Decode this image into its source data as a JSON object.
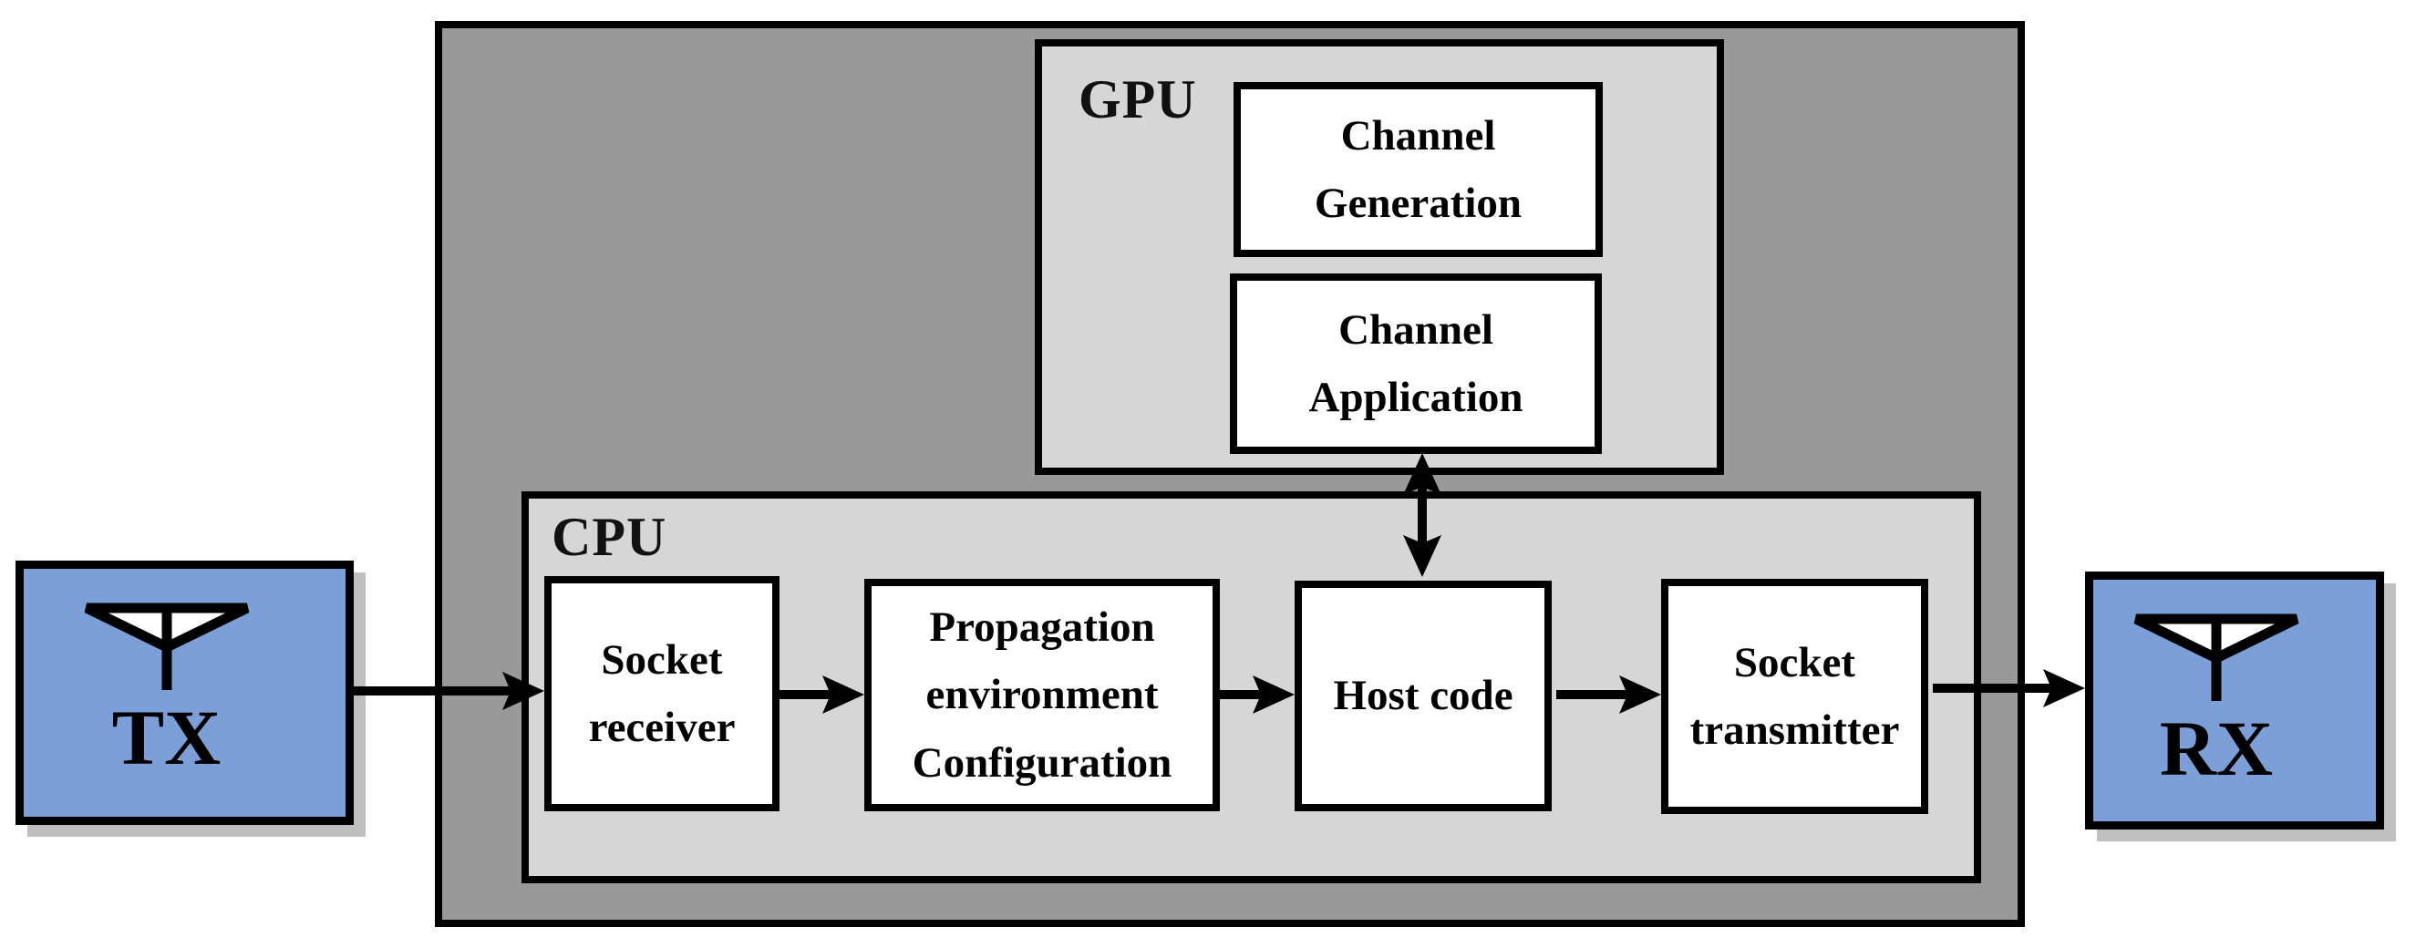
{
  "diagram": {
    "title_hint": "GPU-accelerated channel emulator architecture block diagram",
    "endpoints": {
      "tx": {
        "label": "TX"
      },
      "rx": {
        "label": "RX"
      }
    },
    "gpu": {
      "label": "GPU",
      "boxes": {
        "channel_generation": "Channel\nGeneration",
        "channel_application": "Channel\nApplication"
      }
    },
    "cpu": {
      "label": "CPU",
      "boxes": {
        "socket_receiver": "Socket\nreceiver",
        "propagation": "Propagation\nenvironment\nConfiguration",
        "host_code": "Host code",
        "socket_transmitter": "Socket\ntransmitter"
      }
    },
    "edges": [
      {
        "from": "TX",
        "to": "Socket receiver",
        "type": "arrow"
      },
      {
        "from": "Socket receiver",
        "to": "Propagation environment Configuration",
        "type": "arrow"
      },
      {
        "from": "Propagation environment Configuration",
        "to": "Host code",
        "type": "arrow"
      },
      {
        "from": "Host code",
        "to": "Socket transmitter",
        "type": "arrow"
      },
      {
        "from": "Socket transmitter",
        "to": "RX",
        "type": "arrow"
      },
      {
        "from": "Host code",
        "to": "Channel Application",
        "type": "bidirectional-arrow"
      }
    ],
    "colors": {
      "node_blue": "#7D9FD8",
      "outer_gray": "#999999",
      "panel_gray": "#D6D6D6",
      "shadow_gray": "#BFBFBF",
      "line_black": "#000000",
      "box_white": "#FFFFFF"
    }
  }
}
